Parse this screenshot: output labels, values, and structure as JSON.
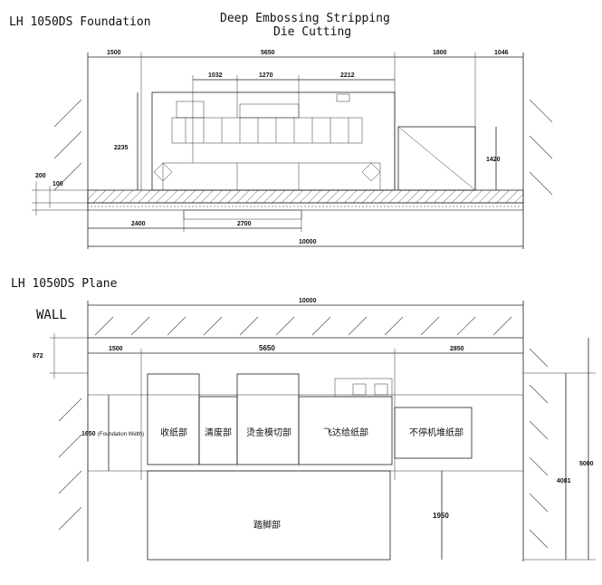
{
  "header": {
    "top_left": "LH 1050DS Foundation",
    "title_line1": "Deep Embossing Stripping",
    "title_line2": "Die Cutting"
  },
  "foundation": {
    "dims_top": [
      "1500",
      "5650",
      "1800",
      "1046"
    ],
    "dims_sub": [
      "1032",
      "1270",
      "2212"
    ],
    "dims_bottom": [
      "2400",
      "2700"
    ],
    "total": "10000",
    "height_left": "2235",
    "height_right": "1420",
    "depth_200": "200",
    "depth_100": "100"
  },
  "plane": {
    "label": "LH 1050DS Plane",
    "wall": "WALL",
    "total": "10000",
    "dims_top": [
      "1500",
      "5650",
      "2850"
    ],
    "wall_offset": "872",
    "foundation_width": "1650",
    "foundation_width_note": "(Foundation Width)",
    "right_total": "5000",
    "right_inner": "4081",
    "lower_height": "1950",
    "zones": {
      "delivery": "收纸部",
      "stripping": "清废部",
      "die_cutting": "烫金模切部",
      "feeder": "飞达给纸部",
      "nonstop_pile": "不停机堆纸部",
      "platform": "踏脚部"
    }
  }
}
